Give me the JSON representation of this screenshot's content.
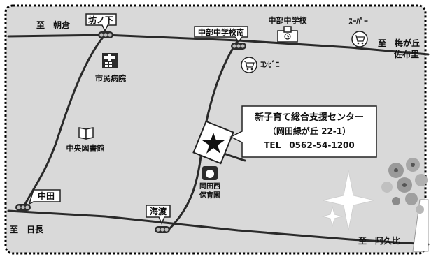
{
  "colors": {
    "background": "#d9d9d9",
    "road": "#2a2a2a",
    "signal_body": "#2b2b2b",
    "signal_lamp": "#bdbdbd",
    "frame": "#ffffff"
  },
  "direction_labels": {
    "asakura": "至　朝倉",
    "umegaoka": "至　梅が丘",
    "sakura": "佐布里",
    "nichou": "至　日長",
    "akuhi": "至　阿久比"
  },
  "intersections": {
    "bounoshita": "坊ノ下",
    "chubu_chugakko_minami": "中部中学校南",
    "nakata": "中田",
    "kaito": "海渡"
  },
  "landmarks": {
    "chubu_chugakko": "中部中学校",
    "super": "ｽｰﾊﾟｰ",
    "convenience": "ｺﾝﾋﾞﾆ",
    "shimin_byoin": "市民病院",
    "chuo_toshokan": "中央図書館",
    "okada_nishi_hoikuen_line1": "岡田西",
    "okada_nishi_hoikuen_line2": "保育園"
  },
  "destination": {
    "name": "新子育て総合支援センター",
    "address": "（岡田緑が丘 22-1）",
    "tel": "TEL　0562-54-1200"
  },
  "icons": {
    "hospital": "hospital-icon",
    "library": "book-icon",
    "school": "school-clock-icon",
    "shop": "shopping-cart-icon",
    "nursery": "child-face-icon",
    "destination": "star-icon",
    "signal": "traffic-light-icon"
  }
}
